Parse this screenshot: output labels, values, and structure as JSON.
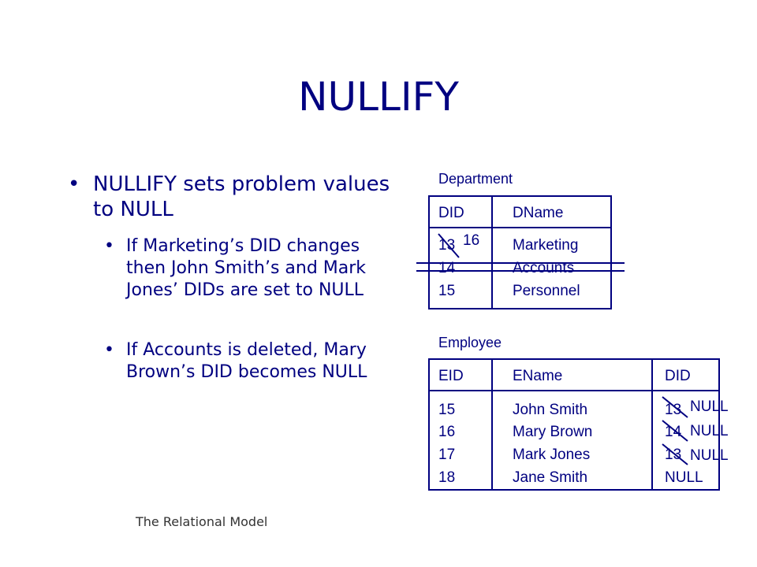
{
  "title": "NULLIFY",
  "bullets": {
    "main": "NULLIFY sets problem values to NULL",
    "sub1": "If Marketing’s DID changes then John Smith’s and Mark Jones’ DIDs are set to NULL",
    "sub2": "If Accounts is deleted, Mary Brown’s DID becomes NULL",
    "bullet_char": "•"
  },
  "department": {
    "label": "Department",
    "headers": [
      "DID",
      "DName"
    ],
    "rows": [
      {
        "did": "13",
        "dname": "Marketing"
      },
      {
        "did": "14",
        "dname": "Accounts"
      },
      {
        "did": "15",
        "dname": "Personnel"
      }
    ],
    "new_did": "16"
  },
  "employee": {
    "label": "Employee",
    "headers": [
      "EID",
      "EName",
      "DID"
    ],
    "rows": [
      {
        "eid": "15",
        "ename": "John Smith",
        "did": "13"
      },
      {
        "eid": "16",
        "ename": "Mary Brown",
        "did": "14"
      },
      {
        "eid": "17",
        "ename": "Mark Jones",
        "did": "13"
      },
      {
        "eid": "18",
        "ename": "Jane Smith",
        "did": "NULL"
      }
    ],
    "replacements": [
      "NULL",
      "NULL",
      "NULL"
    ]
  },
  "footer": "The Relational Model",
  "colors": {
    "text": "#000080",
    "background": "#ffffff",
    "footer": "#333333"
  }
}
